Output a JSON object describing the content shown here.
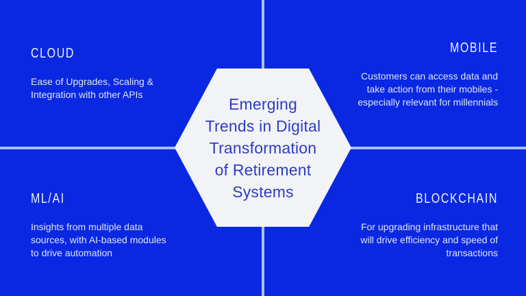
{
  "slide": {
    "colors": {
      "background": "#0a28e2",
      "divider_line": "#a6c3f1",
      "hexagon_fill": "#f2f3f7",
      "title_text": "#2e3cc3",
      "heading_text": "#edf1fb",
      "body_text": "#dde5f6"
    },
    "title": "Emerging\nTrends in Digital\nTransformation\nof Retirement\nSystems",
    "quadrants": [
      {
        "id": "cloud",
        "heading": "CLOUD",
        "body": "Ease of Upgrades, Scaling &\nIntegration with other APIs"
      },
      {
        "id": "mobile",
        "heading": "MOBILE",
        "body": "Customers can access data and\ntake action from their mobiles -\nespecially relevant for millennials"
      },
      {
        "id": "mlai",
        "heading": "ML/AI",
        "body": "Insights from multiple data\nsources, with AI-based modules\nto drive automation"
      },
      {
        "id": "blockchain",
        "heading": "BLOCKCHAIN",
        "body": "For upgrading infrastructure that\nwill drive efficiency and speed of\ntransactions"
      }
    ]
  }
}
